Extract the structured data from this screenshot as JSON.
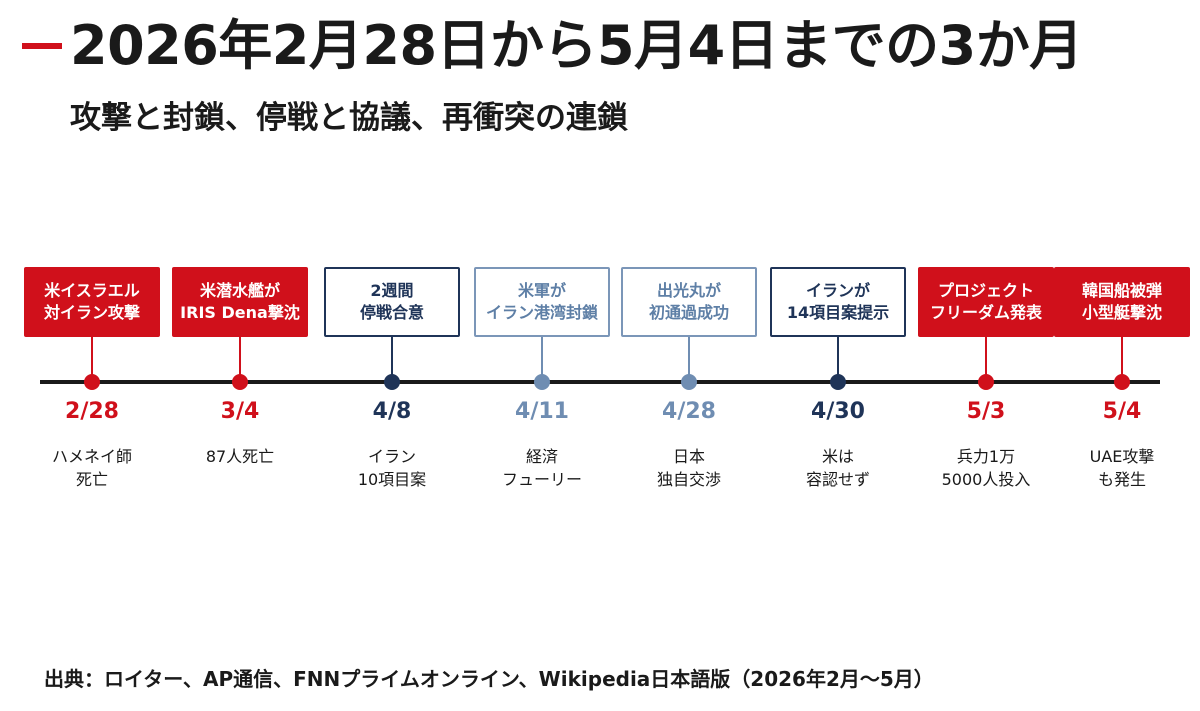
{
  "title": "2026年2月28日から5月4日までの3か月",
  "subtitle": "攻撃と封鎖、停戦と協議、再衝突の連鎖",
  "colors": {
    "accent_red": "#d0101b",
    "navy": "#1f3458",
    "muted_blue": "#6f8db2",
    "line": "#1a1a1a"
  },
  "events": [
    {
      "date": "2/28",
      "style": "red",
      "box": [
        "米イスラエル",
        "対イラン攻撃"
      ],
      "note": [
        "ハメネイ師",
        "死亡"
      ]
    },
    {
      "date": "3/4",
      "style": "red",
      "box": [
        "米潜水艦が",
        "IRIS Dena撃沈"
      ],
      "note": [
        "87人死亡"
      ]
    },
    {
      "date": "4/8",
      "style": "navy",
      "box": [
        "2週間",
        "停戦合意"
      ],
      "note": [
        "イラン",
        "10項目案"
      ]
    },
    {
      "date": "4/11",
      "style": "blue",
      "box": [
        "米軍が",
        "イラン港湾封鎖"
      ],
      "note": [
        "経済",
        "フューリー"
      ]
    },
    {
      "date": "4/28",
      "style": "blue",
      "box": [
        "出光丸が",
        "初通過成功"
      ],
      "note": [
        "日本",
        "独自交渉"
      ]
    },
    {
      "date": "4/30",
      "style": "navy",
      "box": [
        "イランが",
        "14項目案提示"
      ],
      "note": [
        "米は",
        "容認せず"
      ]
    },
    {
      "date": "5/3",
      "style": "red",
      "box": [
        "プロジェクト",
        "フリーダム発表"
      ],
      "note": [
        "兵力1万",
        "5000人投入"
      ]
    },
    {
      "date": "5/4",
      "style": "red",
      "box": [
        "韓国船被弾",
        "小型艇撃沈"
      ],
      "note": [
        "UAE攻撃",
        "も発生"
      ]
    }
  ],
  "source": "出典：ロイター、AP通信、FNNプライムオンライン、Wikipedia日本語版（2026年2月〜5月）"
}
